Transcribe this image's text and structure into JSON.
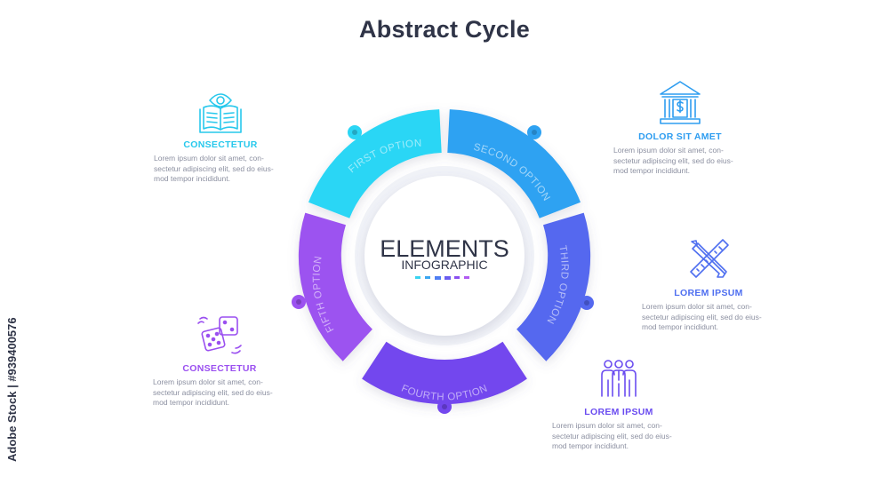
{
  "title": "Abstract Cycle",
  "center": {
    "title": "ELEMENTS",
    "subtitle": "INFOGRAPHIC",
    "dot_colors": [
      "#3ad3f0",
      "#3aa6f0",
      "#4f7ef3",
      "#6a5cf0",
      "#8a4ff0",
      "#b15bf2"
    ]
  },
  "segments": [
    {
      "label": "FIRST OPTION",
      "color": "#2bd6f5"
    },
    {
      "label": "SECOND OPTION",
      "color": "#2ea2f2"
    },
    {
      "label": "THIRD OPTION",
      "color": "#5468ef"
    },
    {
      "label": "FOURTH OPTION",
      "color": "#7347ee"
    },
    {
      "label": "FIFTH OPTION",
      "color": "#9c52f0"
    }
  ],
  "callouts": [
    {
      "icon": "open-book-eye-icon",
      "heading": "CONSECTETUR",
      "color": "#27c8ec",
      "body": "Lorem ipsum dolor sit amet, con-\nsectetur adipiscing elit, sed do eius-\nmod tempor incididunt."
    },
    {
      "icon": "bank-dollar-icon",
      "heading": "DOLOR SIT AMET",
      "color": "#2e9df0",
      "body": "Lorem ipsum dolor sit amet, con-\nsectetur adipiscing elit, sed do eius-\nmod tempor incididunt."
    },
    {
      "icon": "pencil-ruler-icon",
      "heading": "LOREM IPSUM",
      "color": "#4f6ff0",
      "body": "Lorem ipsum dolor sit amet, con-\nsectetur adipiscing elit, sed do eius-\nmod tempor incididunt."
    },
    {
      "icon": "team-people-icon",
      "heading": "LOREM IPSUM",
      "color": "#6a4cf0",
      "body": "Lorem ipsum dolor sit amet, con-\nsectetur adipiscing elit, sed do eius-\nmod tempor incididunt."
    },
    {
      "icon": "dice-icon",
      "heading": "CONSECTETUR",
      "color": "#9a4ff0",
      "body": "Lorem ipsum dolor sit amet, con-\nsectetur adipiscing elit, sed do eius-\nmod tempor incididunt."
    }
  ],
  "watermark": "Adobe Stock | #939400576"
}
